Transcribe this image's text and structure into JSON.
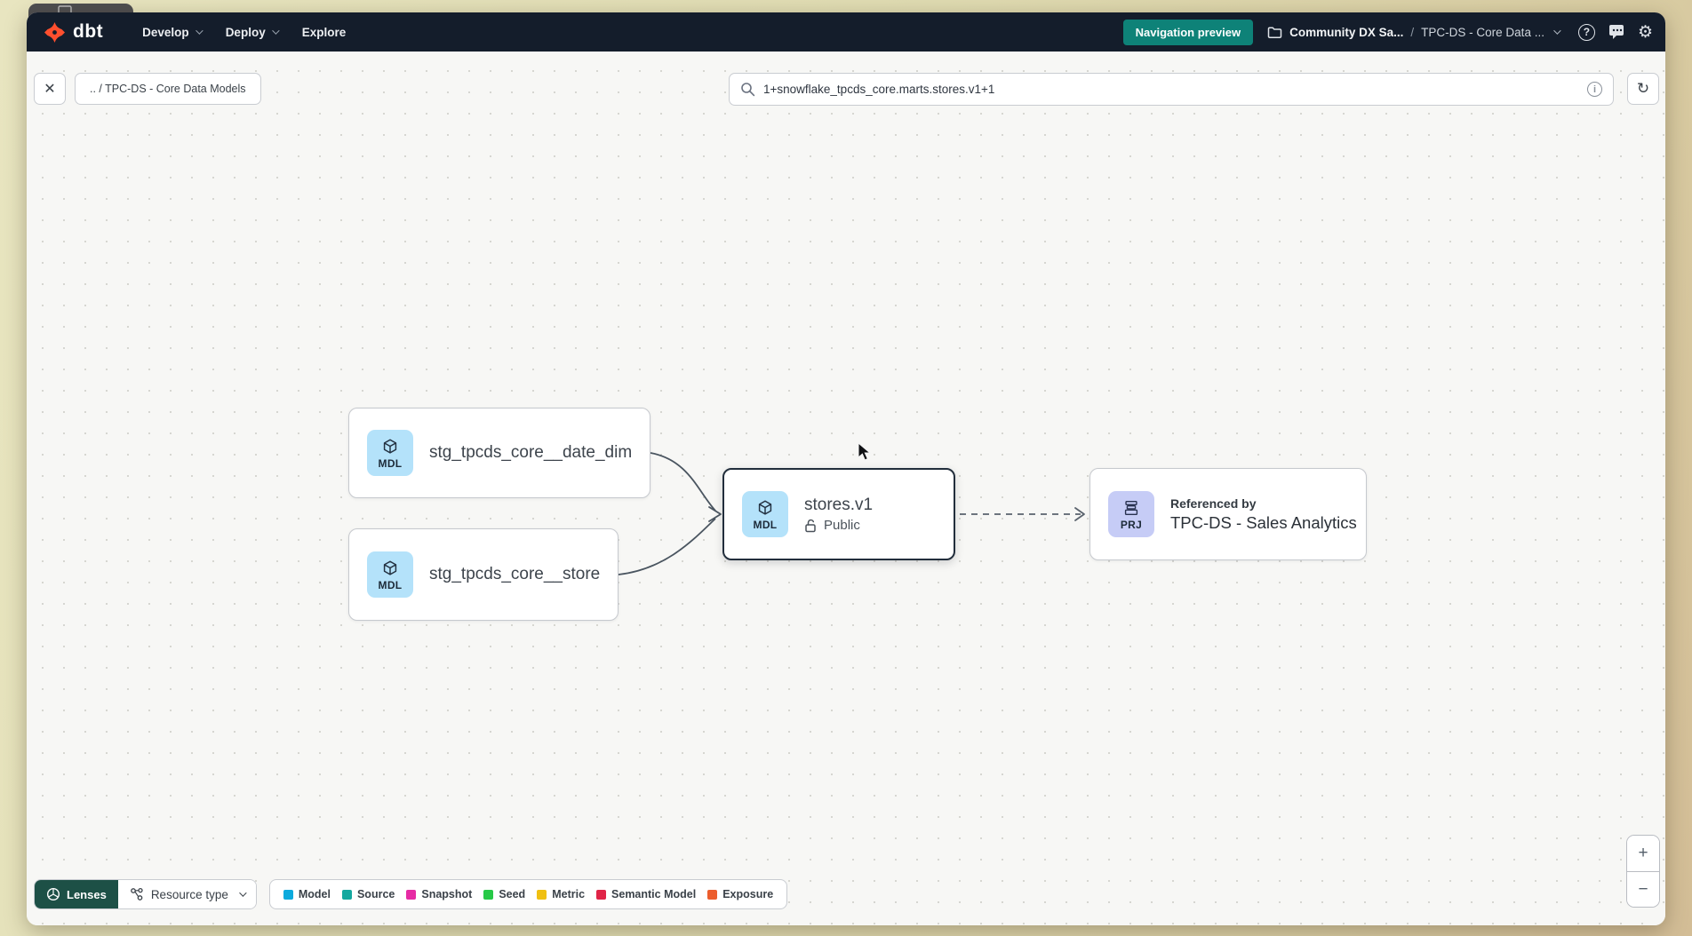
{
  "nav": {
    "brand": "dbt",
    "items": [
      {
        "label": "Develop"
      },
      {
        "label": "Deploy"
      },
      {
        "label": "Explore"
      }
    ],
    "preview_button": "Navigation preview",
    "breadcrumb": {
      "project": "Community DX Sa...",
      "separator": "/",
      "page": "TPC-DS - Core Data ..."
    }
  },
  "toolbar": {
    "chip_label": ".. / TPC-DS - Core Data Models",
    "search_value": "1+snowflake_tpcds_core.marts.stores.v1+1"
  },
  "icons": {
    "close": "✕",
    "refresh": "↻",
    "gear": "⚙",
    "help": "?",
    "info": "i",
    "zoom_in": "+",
    "zoom_out": "−"
  },
  "graph": {
    "nodes": [
      {
        "badge": "MDL",
        "label": "stg_tpcds_core__date_dim"
      },
      {
        "badge": "MDL",
        "label": "stg_tpcds_core__store"
      },
      {
        "badge": "MDL",
        "label": "stores.v1",
        "access": "Public",
        "selected": true
      },
      {
        "badge": "PRJ",
        "title": "Referenced by",
        "label": "TPC-DS - Sales Analytics"
      }
    ]
  },
  "legend": {
    "lenses_label": "Lenses",
    "resource_type_label": "Resource type",
    "items": [
      {
        "label": "Model",
        "color": "#0caadd"
      },
      {
        "label": "Source",
        "color": "#14a89f"
      },
      {
        "label": "Snapshot",
        "color": "#e62ba4"
      },
      {
        "label": "Seed",
        "color": "#27c947"
      },
      {
        "label": "Metric",
        "color": "#f0c011"
      },
      {
        "label": "Semantic Model",
        "color": "#e02447"
      },
      {
        "label": "Exposure",
        "color": "#ec5d2d"
      }
    ]
  },
  "colors": {
    "navbar": "#141d2b",
    "preview_button": "#0e8278",
    "lenses_button": "#1d5046",
    "model_badge": "#b4e2fa",
    "project_badge": "#c6ccf6",
    "selected_border": "#222e3c"
  }
}
